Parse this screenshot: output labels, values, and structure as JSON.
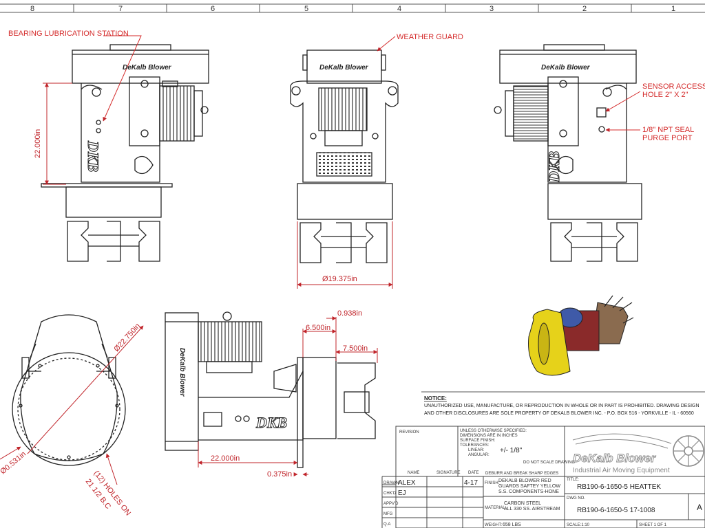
{
  "zones": [
    "8",
    "7",
    "6",
    "5",
    "4",
    "3",
    "2",
    "1"
  ],
  "callouts": {
    "bearing_lubrication": "BEARING LUBRICATION STATION",
    "weather_guard": "WEATHER GUARD",
    "sensor_access_1": "SENSOR ACCESS",
    "sensor_access_2": "HOLE 2\" X 2\"",
    "seal_purge_1": "1/8\" NPT SEAL",
    "seal_purge_2": "PURGE PORT"
  },
  "dimensions": {
    "height": "22.000in",
    "diameter": "Ø19.375in",
    "flange_dia": "Ø22.750in",
    "hole_dia": "Ø0.531in",
    "holes_1": "(12) HOLES ON",
    "holes_2": "21 1/2 B.C",
    "d0938": "0.938in",
    "d6500": "6.500in",
    "d7500": "7.500in",
    "d22000": "22.000in",
    "d0375": "0.375in"
  },
  "brand": {
    "name": "DeKalb Blower",
    "stamp": "DKB",
    "tagline": "Industrial Air Moving Equipment"
  },
  "notice": {
    "heading": "NOTICE:",
    "line1": "UNAUTHORIZED USE, MANUFACTURE, OR REPRODUCTION IN WHOLE OR IN PART IS PROHIBITED. DRAWING DESIGN",
    "line2": "AND OTHER DISCLOSURES ARE SOLE PROPERTY OF DEKALB BLOWER INC. - P.O. BOX 516 - YORKVILLE - IL - 60560"
  },
  "title_block": {
    "revision": "REVISION",
    "spec_1": "UNLESS OTHERWISE SPECIFIED:",
    "spec_2": "DIMENSIONS ARE IN INCHES",
    "spec_3": "SURFACE FINISH:",
    "spec_4": "TOLERANCES:",
    "spec_5": "LINEAR:",
    "spec_6": "ANGULAR:",
    "tolerance": "+/- 1/8\"",
    "no_scale": "DO NOT SCALE DRAWING",
    "deburr": "DEBURR AND BREAK SHARP EDGES",
    "col_name": "NAME",
    "col_signature": "SIGNATURE",
    "col_date": "DATE",
    "drawn_label": "DRAWN",
    "drawn_name": "ALEX",
    "drawn_date": "4-17",
    "chkd_label": "CHK'D",
    "chkd_name": "EJ",
    "apprvd_label": "APPV'D",
    "mfg_label": "MFG",
    "qa_label": "Q.A",
    "finish_label": "FINISH:",
    "finish_1": "DEKALB BLOWER RED",
    "finish_2": "GUARDS SAFTEY YELLOW",
    "finish_3": "S.S. COMPONENTS-HONE",
    "material_label": "MATERIAL:",
    "material_1": "CARBON STEEL",
    "material_2": "ALL 330 SS. AIRSTREAM",
    "weight_label": "WEIGHT:",
    "weight": "658 LBS",
    "title_label": "TITLE:",
    "title": "RB190-6-1650-5 HEATTEK",
    "dwg_label": "DWG NO.",
    "dwg_no": "RB190-6-1650-5 17-1008",
    "size": "A",
    "scale": "SCALE:1:10",
    "sheet": "SHEET 1 OF 1"
  },
  "colors": {
    "line": "#222222",
    "dimension": "#c0242a",
    "callout": "#d42a2a",
    "iso_body": "#e6d21a",
    "iso_motor": "#3f5aa8",
    "iso_housing": "#8a2a2a"
  }
}
